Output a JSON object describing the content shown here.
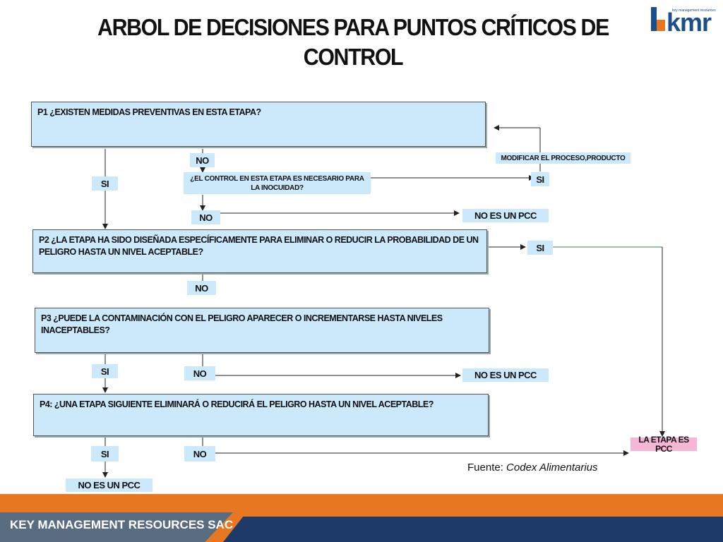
{
  "title": {
    "line1": "ARBOL DE DECISIONES PARA PUNTOS CRÍTICOS DE",
    "line2": "CONTROL"
  },
  "logo": {
    "text": "kmr",
    "tagline": "key management resources"
  },
  "questions": {
    "p1": "P1 ¿EXISTEN MEDIDAS PREVENTIVAS EN ESTA ETAPA?",
    "p2": "P2 ¿LA ETAPA HA SIDO DISEÑADA ESPECÍFICAMENTE PARA ELIMINAR O REDUCIR LA PROBABILIDAD DE UN PELIGRO HASTA UN NIVEL ACEPTABLE?",
    "p3": "P3 ¿PUEDE LA CONTAMINACIÓN CON EL PELIGRO APARECER O INCREMENTARSE HASTA NIVELES INACEPTABLES?",
    "p4": "P4: ¿UNA ETAPA SIGUIENTE ELIMINARÁ O REDUCIRÁ EL PELIGRO HASTA UN NIVEL ACEPTABLE?"
  },
  "labels": {
    "p1_no": "NO",
    "p1_si": "SI",
    "control_question": "¿EL CONTROL EN ESTA ETAPA ES NECESARIO PARA LA INOCUIDAD?",
    "control_si": "SI",
    "control_no": "NO",
    "modify": "MODIFICAR EL PROCESO,PRODUCTO",
    "not_pcc_1": "NO ES UN PCC",
    "p2_si": "SI",
    "p2_no": "NO",
    "p3_si": "SI",
    "p3_no": "NO",
    "not_pcc_2": "NO ES UN PCC",
    "p4_si": "SI",
    "p4_no": "NO",
    "is_pcc": "LA ETAPA ES PCC",
    "not_pcc_3": "NO ES UN PCC"
  },
  "source": {
    "prefix": "Fuente:",
    "name": "Codex Alimentarius"
  },
  "footer": {
    "company": "KEY MANAGEMENT RESOURCES SAC"
  },
  "colors": {
    "box": "#cce9fb",
    "pcc": "#f6b6d6",
    "orange": "#e87722",
    "navy": "#1e3a66",
    "brand": "#1a4f8b"
  }
}
